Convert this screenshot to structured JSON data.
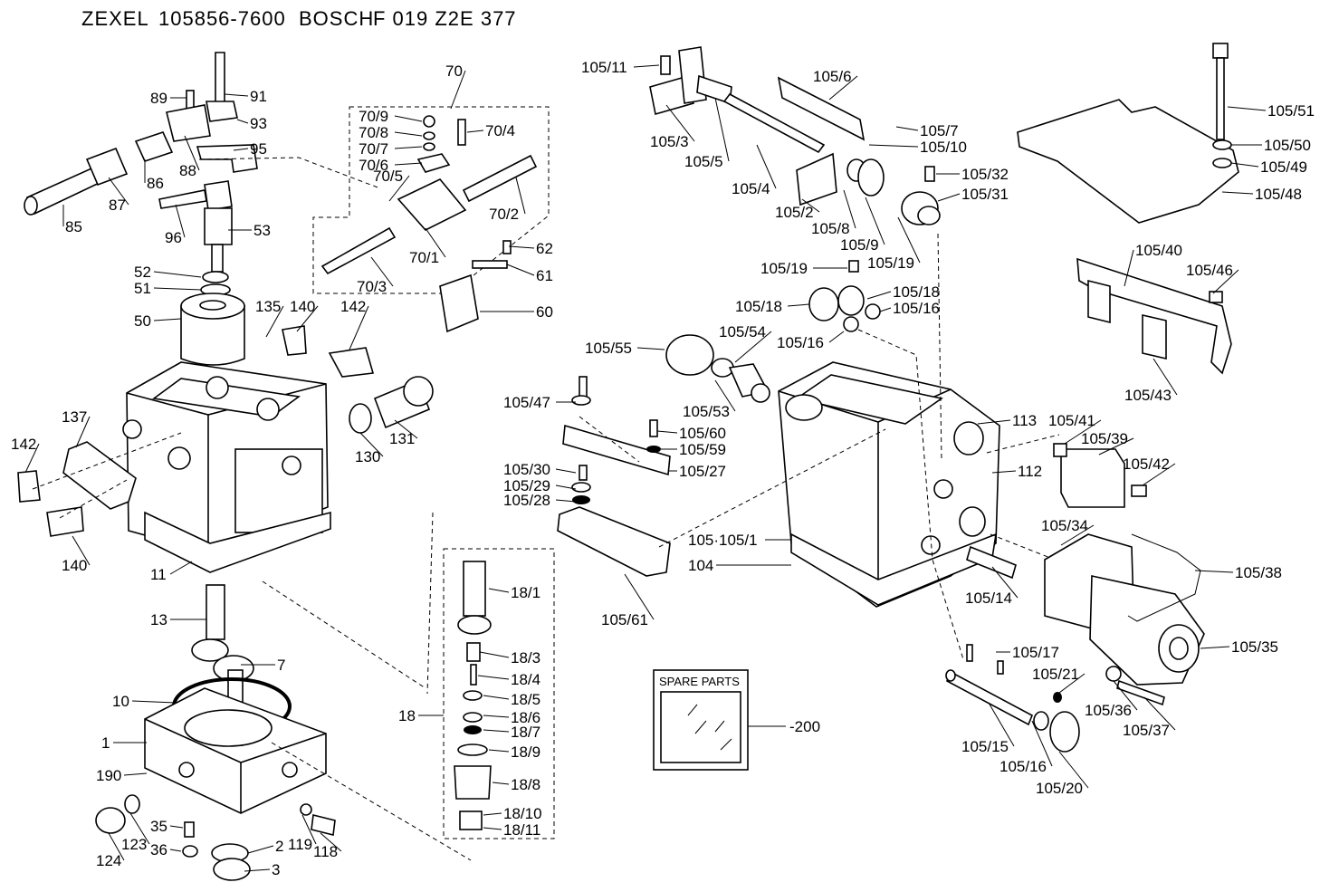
{
  "header": {
    "brand_1": "ZEXEL",
    "part_number_1": "105856-7600",
    "brand_2": "BOSCH",
    "part_number_2": "F 019 Z2E 377"
  },
  "spare_box": {
    "label": "SPARE PARTS",
    "ref": "-200"
  },
  "labels": [
    "91",
    "93",
    "89",
    "95",
    "88",
    "86",
    "87",
    "85",
    "96",
    "53",
    "52",
    "51",
    "50",
    "135",
    "140",
    "142",
    "137",
    "142",
    "140",
    "11",
    "13",
    "7",
    "10",
    "1",
    "190",
    "124",
    "123",
    "35",
    "36",
    "2",
    "3",
    "119",
    "118",
    "130",
    "131",
    "70",
    "70/9",
    "70/8",
    "70/7",
    "70/6",
    "70/5",
    "70/4",
    "70/2",
    "70/1",
    "70/3",
    "62",
    "61",
    "60",
    "18/1",
    "18/3",
    "18/4",
    "18/5",
    "18/6",
    "18/7",
    "18/9",
    "18/8",
    "18/10",
    "18/11",
    "18",
    "105/11",
    "105/3",
    "105/5",
    "105/4",
    "105/6",
    "105/7",
    "105/10",
    "105/2",
    "105/8",
    "105/9",
    "105/19",
    "105/32",
    "105/31",
    "105/19",
    "105/18",
    "105/18",
    "105/16",
    "105/16",
    "105/55",
    "105/54",
    "105/53",
    "105/47",
    "105/60",
    "105/59",
    "105/30",
    "105/29",
    "105/28",
    "105/27",
    "105/61",
    "113",
    "112",
    "105·105/1",
    "104",
    "105/14",
    "105/41",
    "105/39",
    "105/42",
    "105/34",
    "105/38",
    "105/35",
    "105/17",
    "105/21",
    "105/36",
    "105/37",
    "105/15",
    "105/16",
    "105/20",
    "105/51",
    "105/50",
    "105/49",
    "105/48",
    "105/40",
    "105/46",
    "105/43"
  ]
}
